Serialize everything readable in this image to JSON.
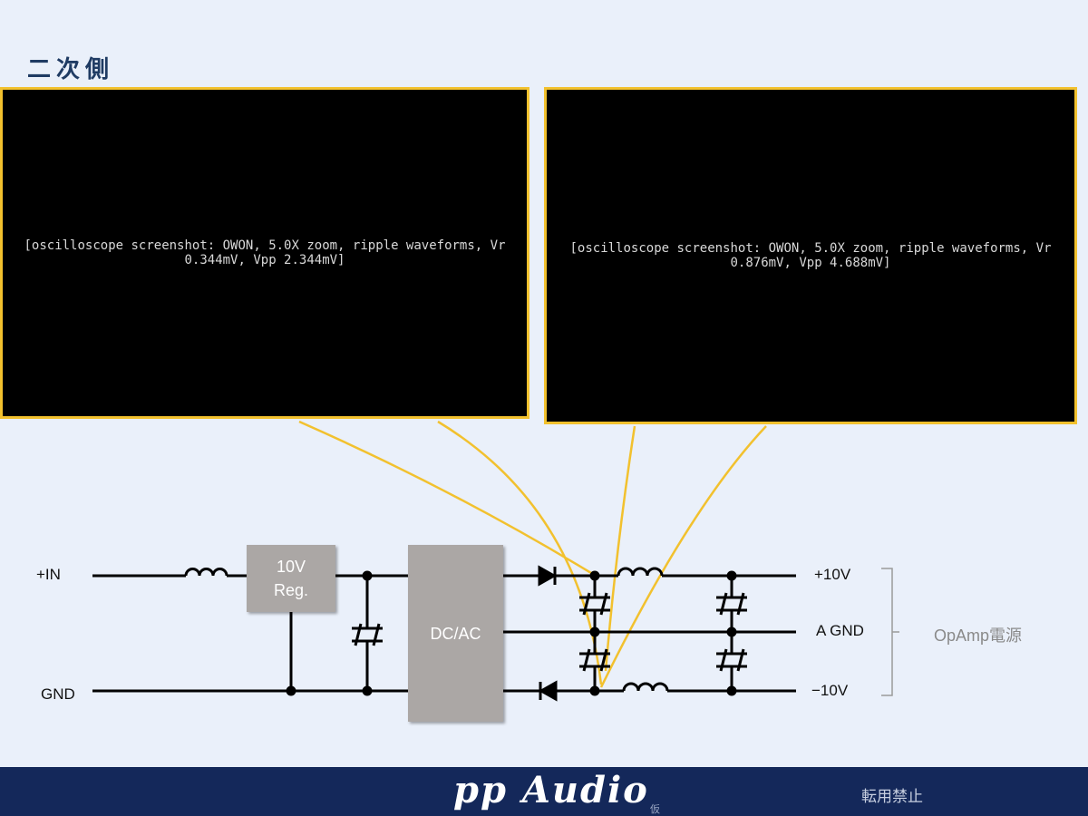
{
  "title": "二次側",
  "scopes": [
    {
      "label": "[oscilloscope screenshot: OWON, 5.0X zoom, ripple waveforms, Vr 0.344mV, Vpp 2.344mV]"
    },
    {
      "label": "[oscilloscope screenshot: OWON, 5.0X zoom, ripple waveforms, Vr 0.876mV, Vpp 4.688mV]"
    }
  ],
  "circuit": {
    "in_label": "+IN",
    "gnd_label": "GND",
    "reg_line1": "10V",
    "reg_line2": "Reg.",
    "conv_label": "DC/AC",
    "out_pos": "+10V",
    "out_gnd": "A GND",
    "out_neg": "−10V",
    "group_label": "OpAmp電源"
  },
  "footer": {
    "brand": "pp Audio",
    "mini": "仮",
    "copyright": "転用禁止"
  },
  "colors": {
    "highlight": "#f2c12e",
    "footer_bg": "#14285a",
    "block": "#aba7a5"
  }
}
